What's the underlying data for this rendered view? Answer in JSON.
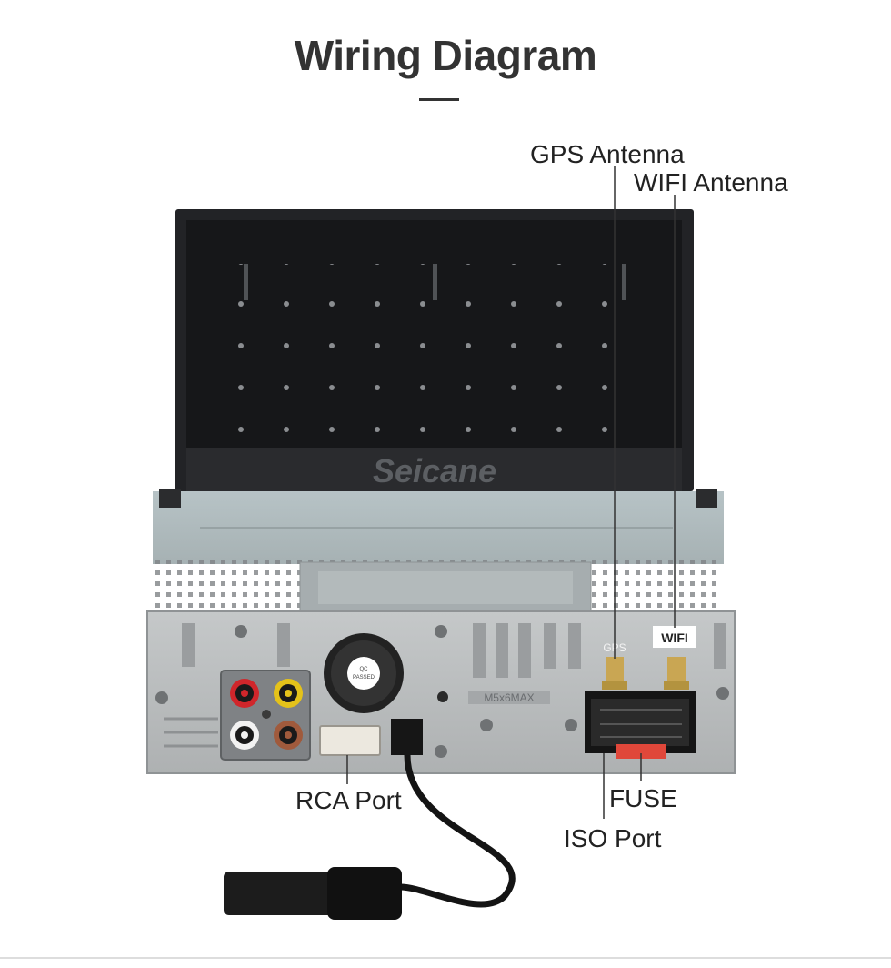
{
  "title": "Wiring Diagram",
  "brand": "Seicane",
  "labels": {
    "gps_antenna": "GPS Antenna",
    "wifi_antenna": "WIFI Antenna",
    "rca_port": "RCA Port",
    "fuse": "FUSE",
    "iso_port": "ISO Port"
  },
  "device_marks": {
    "wifi_tag": "WIFI",
    "gps_tag": "GPS",
    "fan_sticker_line1": "QC",
    "fan_sticker_line2": "PASSED",
    "screw_spec": "M5x6MAX"
  },
  "colors": {
    "title": "#333333",
    "chassis": "#b9bcbd",
    "screen": "#1c1d1f",
    "rca_red": "#d0262b",
    "rca_yellow": "#e4c21a",
    "rca_white": "#f2f2f2",
    "rca_brown": "#a05a3c",
    "fuse_red": "#e0473a"
  }
}
